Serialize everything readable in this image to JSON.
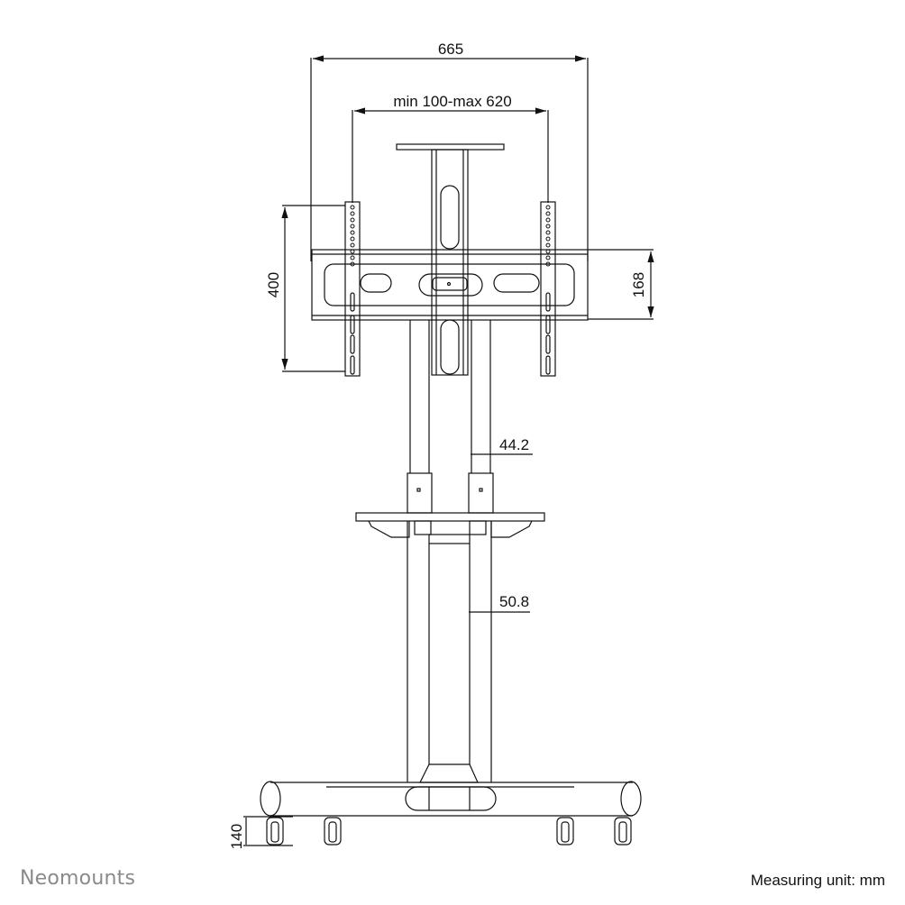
{
  "dimensions": {
    "overall_width": "665",
    "vesa_range": "min 100-max 620",
    "bracket_height": "400",
    "crossbar_height": "168",
    "upper_pole_diameter": "44.2",
    "lower_pole_diameter": "50.8",
    "base_height": "140"
  },
  "footer": {
    "brand": "Neomounts",
    "measuring_unit": "Measuring unit: mm"
  },
  "colors": {
    "line": "#111111",
    "brand": "#8a8a8a",
    "background": "#ffffff"
  }
}
